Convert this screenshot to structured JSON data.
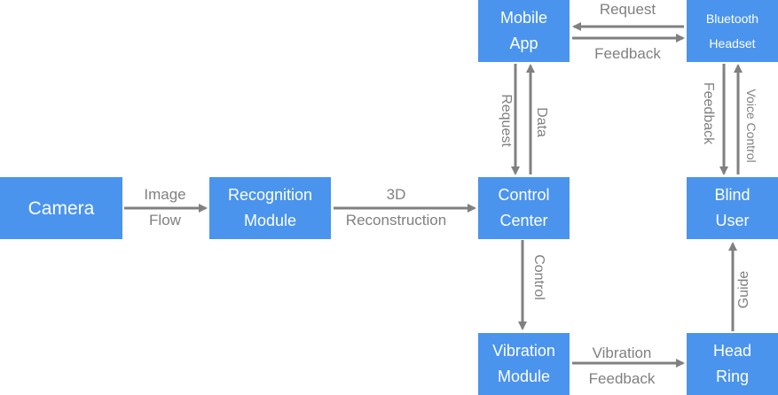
{
  "nodes": {
    "camera": "Camera",
    "recognition": [
      "Recognition",
      "Module"
    ],
    "control_center": [
      "Control",
      "Center"
    ],
    "mobile_app": [
      "Mobile",
      "App"
    ],
    "bluetooth": [
      "Bluetooth",
      "Headset"
    ],
    "blind_user": [
      "Blind",
      "User"
    ],
    "vibration_module": [
      "Vibration",
      "Module"
    ],
    "head_ring": [
      "Head",
      "Ring"
    ]
  },
  "edges": {
    "image_flow": [
      "Image",
      "Flow"
    ],
    "reconstruction": [
      "3D",
      "Reconstruction"
    ],
    "request_top": "Request",
    "feedback_top": "Feedback",
    "request_vertical": "Request",
    "data_vertical": "Data",
    "feedback_vertical": "Feedback",
    "voice_control": "Voice Control",
    "control": "Control",
    "guide": "Guide",
    "vibration_feedback": [
      "Vibration",
      "Feedback"
    ]
  },
  "colors": {
    "box": "#4a94ee",
    "arrow": "#808080",
    "text": "#ffffff",
    "label": "#808080"
  }
}
